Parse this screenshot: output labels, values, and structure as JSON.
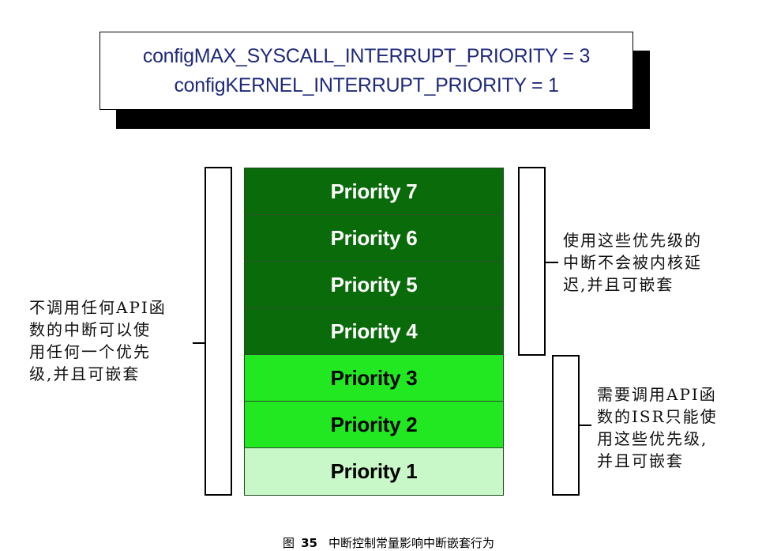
{
  "config": {
    "line1": "configMAX_SYSCALL_INTERRUPT_PRIORITY = 3",
    "line2": "configKERNEL_INTERRUPT_PRIORITY = 1",
    "text_color": "#1f2a7a"
  },
  "priorities": [
    {
      "label": "Priority 7",
      "bg": "#0a6b0a",
      "fg": "#ffffff"
    },
    {
      "label": "Priority 6",
      "bg": "#0a6b0a",
      "fg": "#ffffff"
    },
    {
      "label": "Priority 5",
      "bg": "#0a6b0a",
      "fg": "#ffffff"
    },
    {
      "label": "Priority 4",
      "bg": "#0a6b0a",
      "fg": "#ffffff"
    },
    {
      "label": "Priority 3",
      "bg": "#22e822",
      "fg": "#000000"
    },
    {
      "label": "Priority 2",
      "bg": "#22e822",
      "fg": "#000000"
    },
    {
      "label": "Priority 1",
      "bg": "#c8f7c8",
      "fg": "#000000"
    }
  ],
  "notes": {
    "left": "不调用任何API函\n数的中断可以使\n用任何一个优先\n级,并且可嵌套",
    "right_top": "使用这些优先级的\n中断不会被内核延\n迟,并且可嵌套",
    "right_bottom": "需要调用API函\n数的ISR只能使\n用这些优先级,\n并且可嵌套"
  },
  "caption": {
    "prefix": "图",
    "number": "35",
    "title": "中断控制常量影响中断嵌套行为"
  }
}
